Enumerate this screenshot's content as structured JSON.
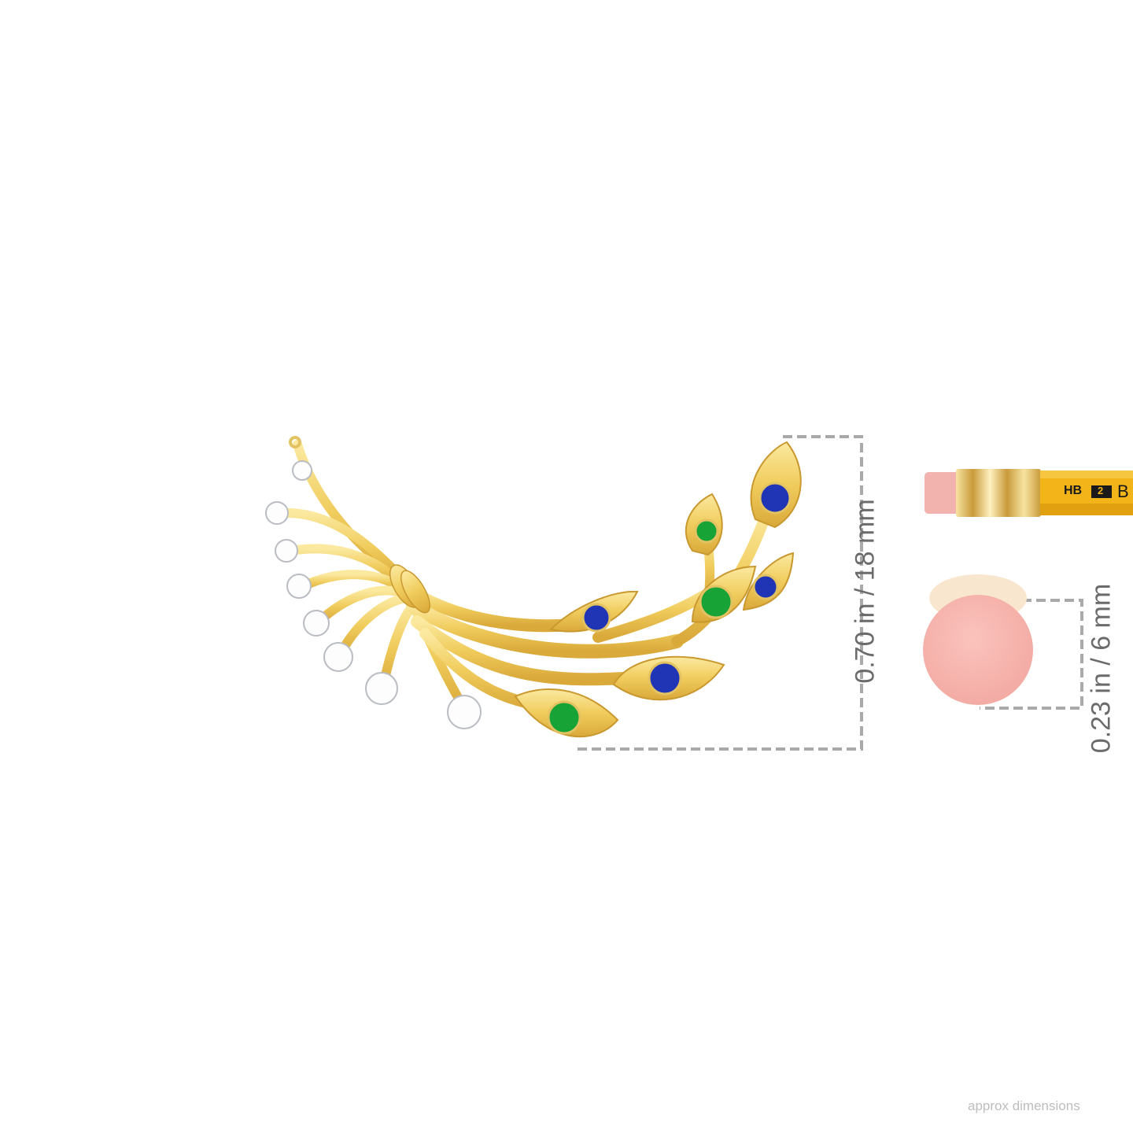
{
  "product": {
    "metal_color": "#f2d36b",
    "stones": {
      "diamond": "#ffffff",
      "sapphire": "#1f35b5",
      "emerald": "#18a336"
    }
  },
  "dimensions": {
    "height_label": "0.70 in / 18 mm",
    "eraser_label": "0.23 in / 6 mm",
    "line_color": "#a9a9a9"
  },
  "pencil": {
    "grade_prefix": "HB",
    "grade_badge": "2",
    "grade_suffix": "B",
    "body_color": "#f2b418",
    "eraser_color": "#f2b3ae"
  },
  "footer": {
    "note": "approx dimensions"
  }
}
